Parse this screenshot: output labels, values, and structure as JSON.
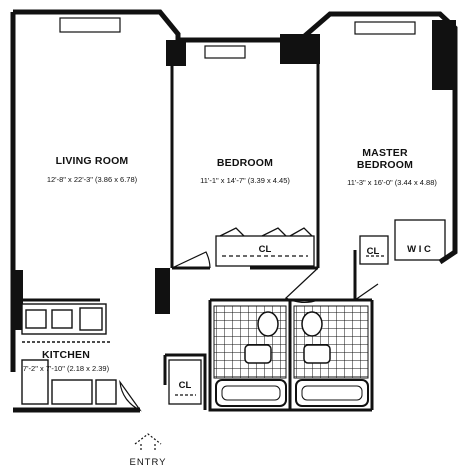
{
  "rooms": {
    "living": {
      "name": "LIVING ROOM",
      "dims": "12'-8\" x 22'-3\" (3.86 x 6.78)"
    },
    "bedroom": {
      "name": "BEDROOM",
      "dims": "11'-1\" x 14'-7\" (3.39 x 4.45)"
    },
    "master": {
      "name_line1": "MASTER",
      "name_line2": "BEDROOM",
      "dims": "11'-3\" x 16'-0\" (3.44 x 4.88)"
    },
    "kitchen": {
      "name": "KITCHEN",
      "dims": "7'-2\" x 7'-10\" (2.18 x 2.39)"
    }
  },
  "labels": {
    "closet_bedroom": "CL",
    "closet_master": "CL",
    "closet_entry": "CL",
    "wic": "W I C",
    "entry": "ENTRY"
  },
  "colors": {
    "wall": "#111111",
    "floor": "#ffffff"
  }
}
